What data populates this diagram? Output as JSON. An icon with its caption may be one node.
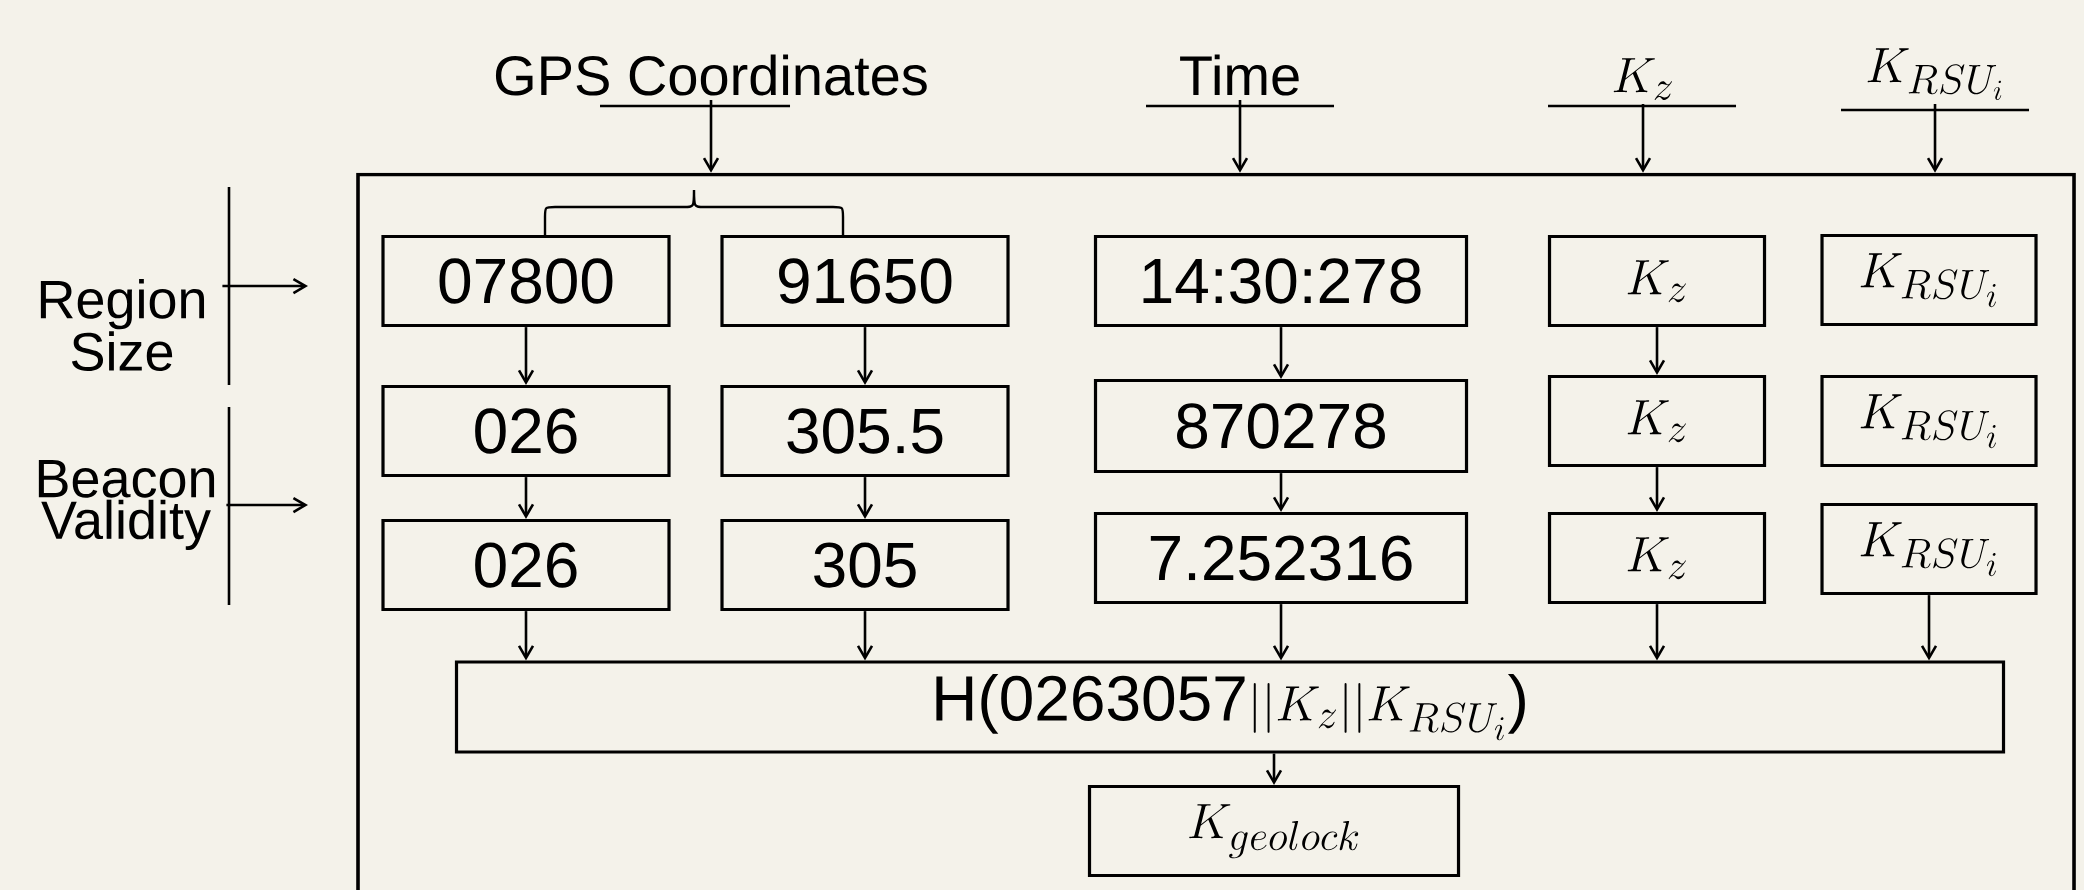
{
  "diagram": {
    "nodes": [
      {
        "text": [],
        "shape": "box"
      },
      {
        "text": [
          "GPS Coordinates"
        ]
      },
      {
        "text": [
          "Time"
        ]
      },
      {
        "text": [
          "K_z"
        ]
      },
      {
        "text": [
          "K_{RSU_i}"
        ]
      },
      {
        "text": [
          "Region Size"
        ]
      },
      {
        "text": [
          "Beacon Validity"
        ]
      },
      {
        "text": [
          "07800"
        ],
        "in": 0
      },
      {
        "text": [
          "026"
        ],
        "in": 0
      },
      {
        "text": [
          "026"
        ],
        "in": 0
      },
      {
        "text": [
          "91650"
        ],
        "in": 0
      },
      {
        "text": [
          "305.5"
        ],
        "in": 0
      },
      {
        "text": [
          "305"
        ],
        "in": 0
      },
      {
        "text": [
          "14:30:278"
        ],
        "in": 0
      },
      {
        "text": [
          "870278"
        ],
        "in": 0
      },
      {
        "text": [
          "7.252316"
        ],
        "in": 0
      },
      {
        "text": [
          "K_z"
        ],
        "in": 0
      },
      {
        "text": [
          "K_z"
        ],
        "in": 0
      },
      {
        "text": [
          "K_z"
        ],
        "in": 0
      },
      {
        "text": [
          "K_{RSU_i}"
        ],
        "in": 0
      },
      {
        "text": [
          "K_{RSU_i}"
        ],
        "in": 0
      },
      {
        "text": [
          "K_{RSU_i}"
        ],
        "in": 0
      },
      {
        "text": [
          "\\textrm{H(0263057}||K_z||K_{RSU_i}\\textrm{)}"
        ],
        "in": 0
      },
      {
        "text": [
          "K_{geolock}"
        ],
        "in": 0
      }
    ],
    "edges": [
      {
        "from": 1,
        "to": 0,
        "arrow": "to"
      },
      {
        "from": 2,
        "to": 0,
        "arrow": "to"
      },
      {
        "from": 3,
        "to": 0,
        "arrow": "to"
      },
      {
        "from": 4,
        "to": 0,
        "arrow": "to"
      },
      {
        "from": 5,
        "to": null,
        "arrow": "to"
      },
      {
        "from": 6,
        "to": null,
        "arrow": "to"
      },
      {
        "from": 7,
        "to": 8,
        "arrow": "to"
      },
      {
        "from": 8,
        "to": 9,
        "arrow": "to"
      },
      {
        "from": 9,
        "to": 22,
        "arrow": "to"
      },
      {
        "from": 10,
        "to": 11,
        "arrow": "to"
      },
      {
        "from": 11,
        "to": 12,
        "arrow": "to"
      },
      {
        "from": 12,
        "to": 22,
        "arrow": "to"
      },
      {
        "from": 13,
        "to": 14,
        "arrow": "to"
      },
      {
        "from": 14,
        "to": 15,
        "arrow": "to"
      },
      {
        "from": 15,
        "to": 22,
        "arrow": "to"
      },
      {
        "from": 16,
        "to": 17,
        "arrow": "to"
      },
      {
        "from": 17,
        "to": 18,
        "arrow": "to"
      },
      {
        "from": 18,
        "to": 22,
        "arrow": "to"
      },
      {
        "from": 21,
        "to": 22,
        "arrow": "to"
      },
      {
        "from": 22,
        "to": 23,
        "arrow": "to"
      }
    ]
  }
}
